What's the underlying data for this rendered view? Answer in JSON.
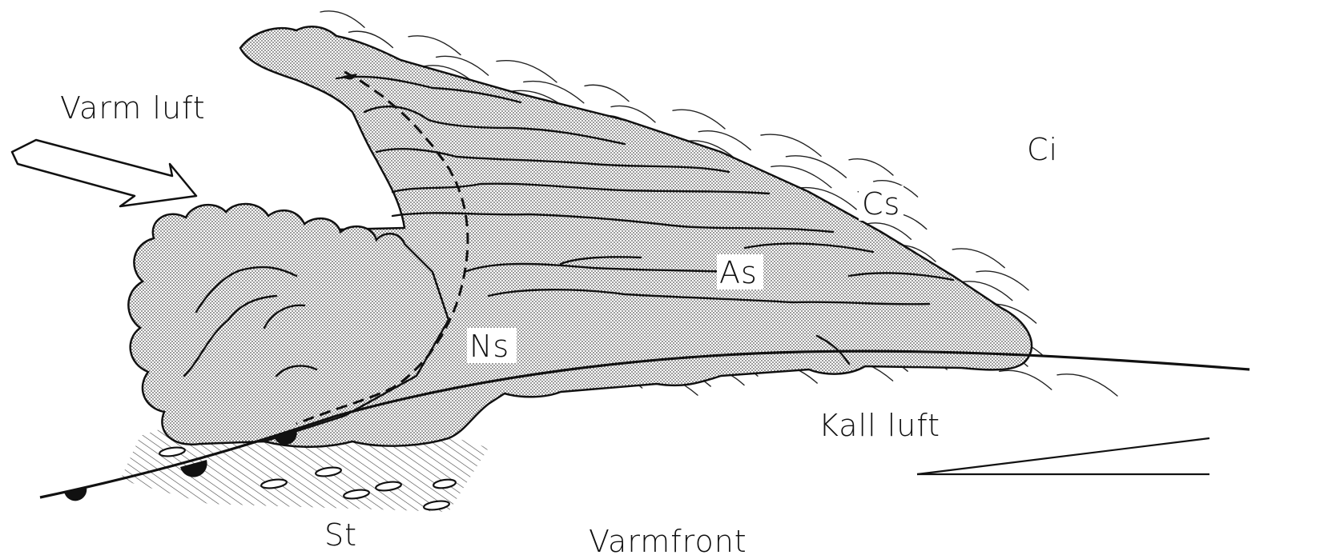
{
  "diagram": {
    "labels": {
      "warm_air": "Varm luft",
      "cold_air": "Kall luft",
      "warm_front": "Varmfront",
      "cirrus": "Ci",
      "cirrostratus": "Cs",
      "altostratus": "As",
      "nimbostratus": "Ns",
      "stratus": "St"
    },
    "colors": {
      "ink": "#111111",
      "cloud_fill": "#d8d8d8",
      "background": "#ffffff"
    }
  }
}
